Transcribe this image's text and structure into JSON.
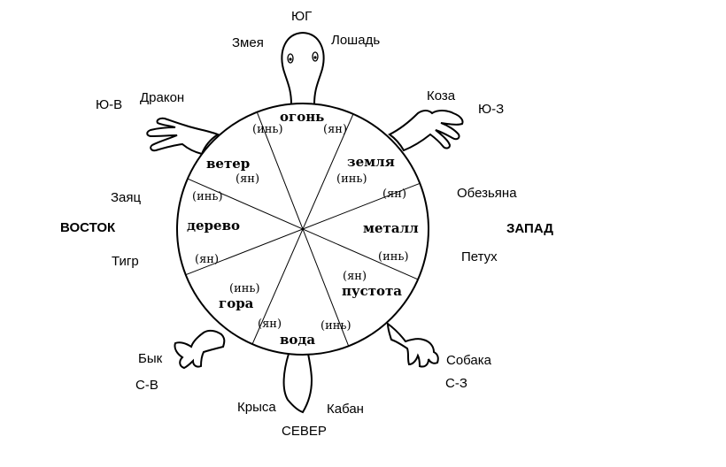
{
  "directions": {
    "south": "ЮГ",
    "north": "СЕВЕР",
    "east": "ВОСТОК",
    "west": "ЗАПАД",
    "south_east": "Ю-В",
    "south_west": "Ю-З",
    "north_east": "С-В",
    "north_west": "С-З"
  },
  "animals": {
    "snake": "Змея",
    "horse": "Лошадь",
    "dragon": "Дракон",
    "goat": "Коза",
    "rabbit": "Заяц",
    "monkey": "Обезьяна",
    "tiger": "Тигр",
    "rooster": "Петух",
    "ox": "Бык",
    "dog": "Собака",
    "rat": "Крыса",
    "boar": "Кабан"
  },
  "elements": {
    "fire": "огонь",
    "wind": "ветер",
    "earth": "земля",
    "wood": "дерево",
    "metal": "металл",
    "mountain": "гора",
    "void": "пустота",
    "water": "вода"
  },
  "polarity": {
    "yin": "(инь)",
    "yang": "(ян)"
  }
}
